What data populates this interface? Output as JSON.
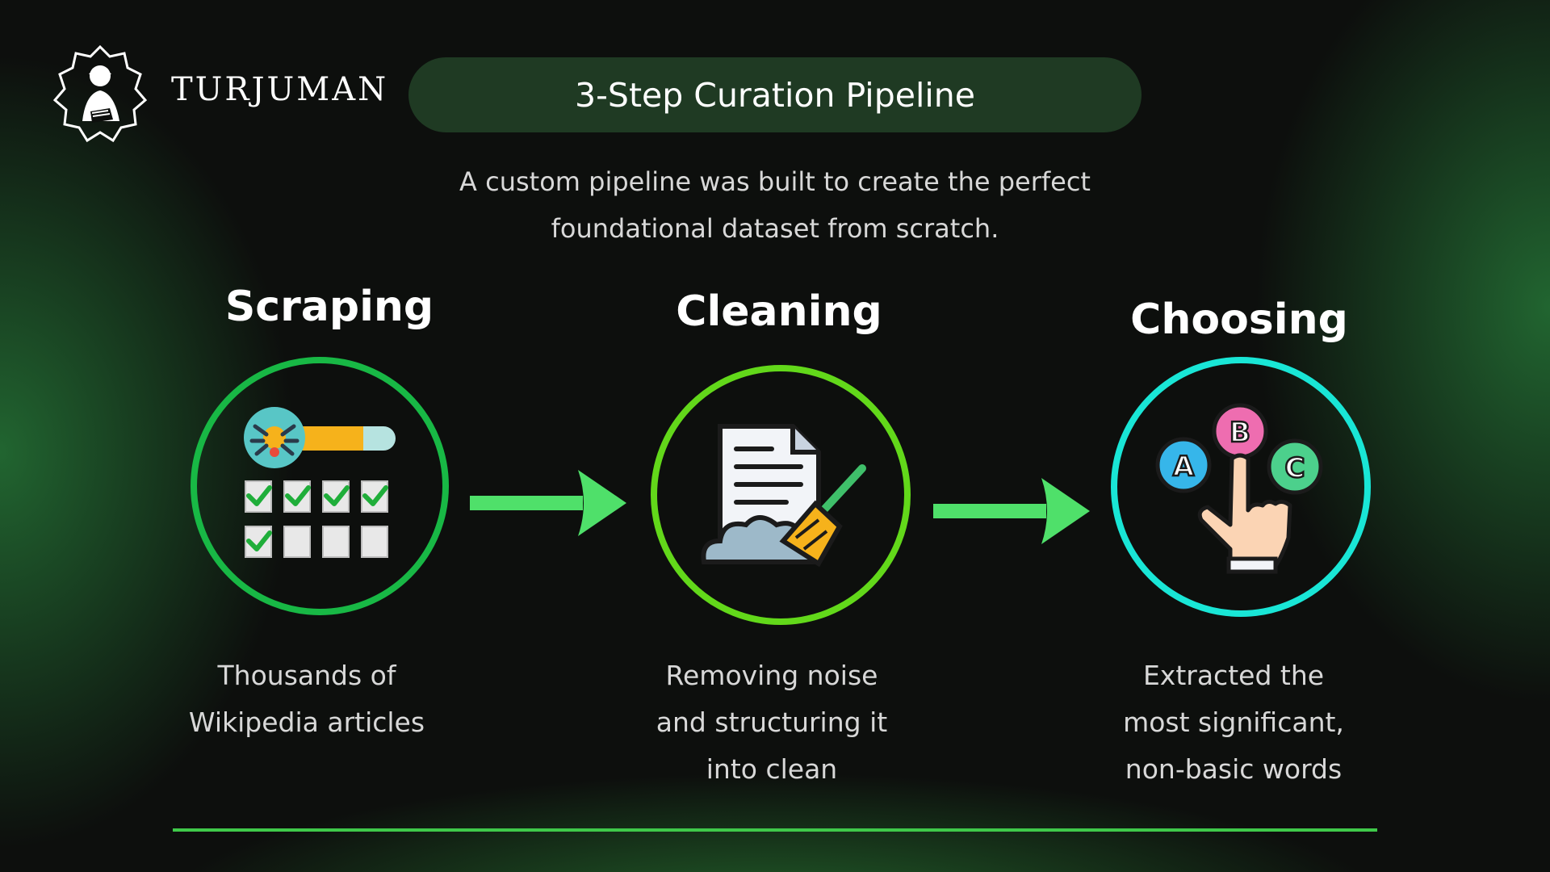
{
  "brand": {
    "name": "TURJUMAN"
  },
  "header": {
    "title": "3-Step Curation Pipeline"
  },
  "intro": {
    "line1": "A custom pipeline was built to create the perfect",
    "line2": "foundational dataset from scratch."
  },
  "steps": [
    {
      "title": "Scraping",
      "icon": "spider-checklist-icon",
      "ring_color": "#18b845",
      "desc": [
        "Thousands of",
        "Wikipedia articles"
      ]
    },
    {
      "title": "Cleaning",
      "icon": "document-broom-icon",
      "ring_color": "#62d81a",
      "desc": [
        "Removing noise",
        "and structuring it",
        "into clean"
      ]
    },
    {
      "title": "Choosing",
      "icon": "abc-choice-hand-icon",
      "ring_color": "#19e6d6",
      "desc": [
        "Extracted the",
        "most significant,",
        "non-basic words"
      ]
    }
  ],
  "colors": {
    "arrow": "#4fe06a",
    "rule": "#3fc94a",
    "pill": "#1f3a23"
  }
}
